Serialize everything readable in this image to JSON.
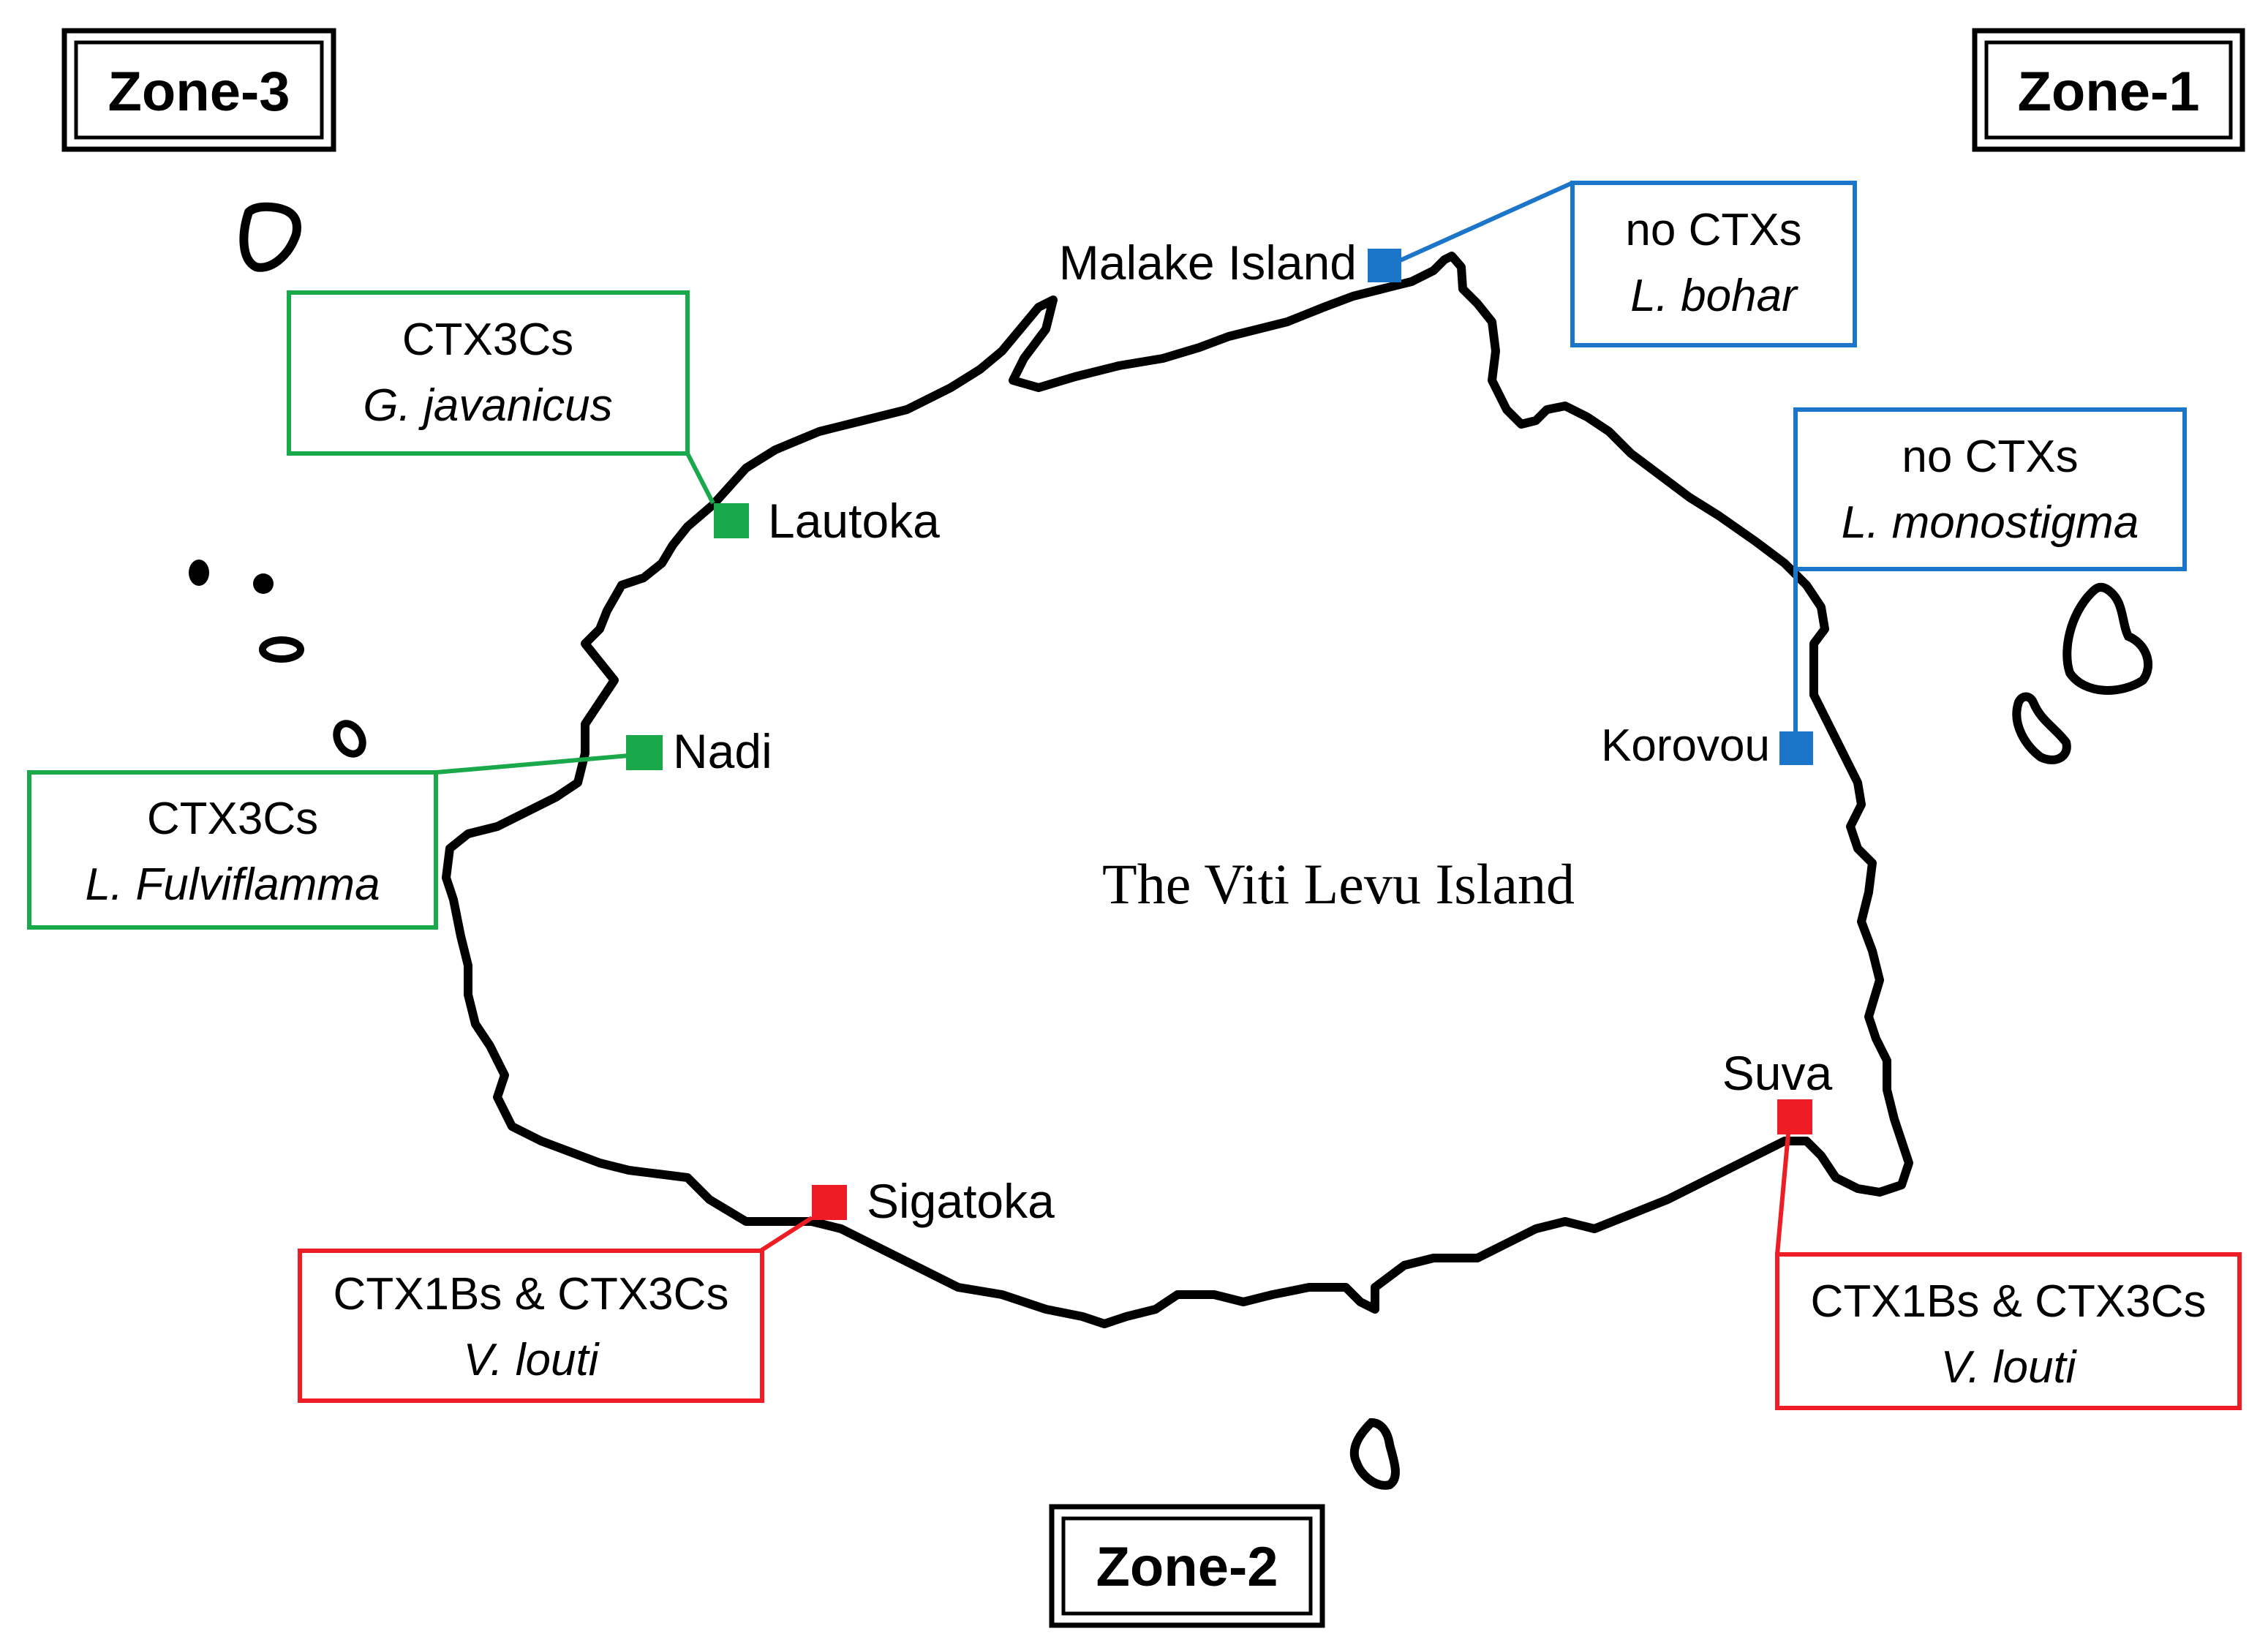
{
  "map": {
    "title": "The Viti Levu Island",
    "zones": {
      "zone3": "Zone-3",
      "zone1": "Zone-1",
      "zone2": "Zone-2"
    },
    "sites": {
      "malake": {
        "name": "Malake Island",
        "toxin": "no CTXs",
        "species": "L. bohar",
        "zone": "Zone-1",
        "color": "#1b75c8"
      },
      "korovou": {
        "name": "Korovou",
        "toxin": "no CTXs",
        "species": "L. monostigma",
        "zone": "Zone-1",
        "color": "#1b75c8"
      },
      "lautoka": {
        "name": "Lautoka",
        "toxin": "CTX3Cs",
        "species": "G. javanicus",
        "zone": "Zone-3",
        "color": "#19a84a"
      },
      "nadi": {
        "name": "Nadi",
        "toxin": "CTX3Cs",
        "species": "L. Fulviflamma",
        "zone": "Zone-3",
        "color": "#19a84a"
      },
      "sigatoka": {
        "name": "Sigatoka",
        "toxin": "CTX1Bs & CTX3Cs",
        "species": "V. louti",
        "zone": "Zone-2",
        "color": "#ee1c24"
      },
      "suva": {
        "name": "Suva",
        "toxin": "CTX1Bs & CTX3Cs",
        "species": "V. louti",
        "zone": "Zone-2",
        "color": "#ee1c24"
      }
    }
  }
}
